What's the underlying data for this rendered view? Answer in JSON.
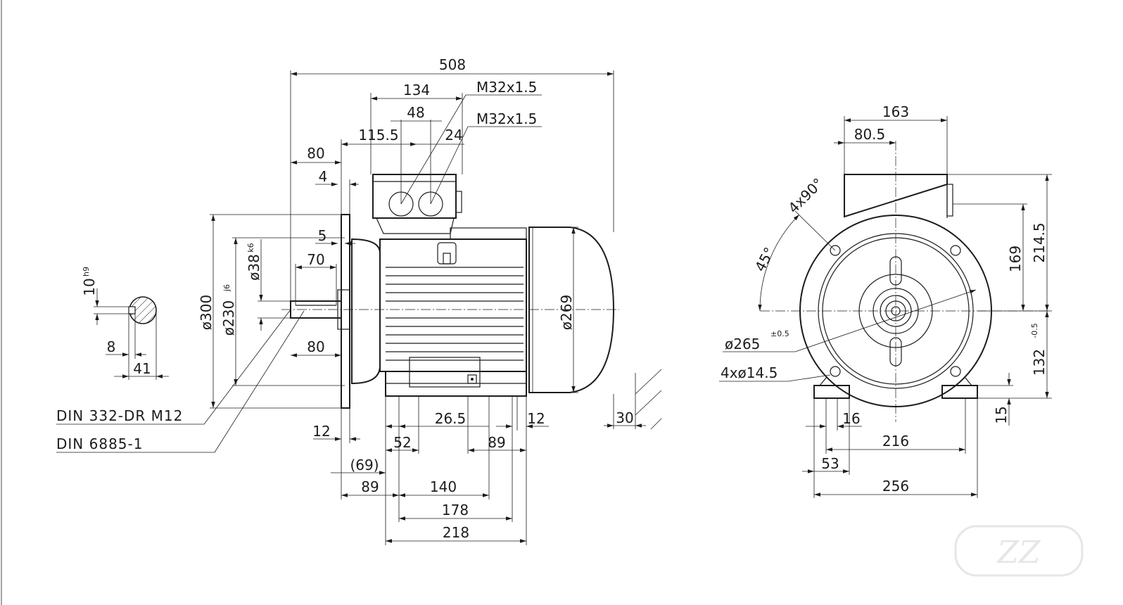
{
  "drawing": {
    "side_view": {
      "overall_length": "508",
      "terminal_box_span": "134",
      "gland_spacing": "48",
      "gland_thread_1": "M32x1.5",
      "gland_thread_2": "M32x1.5",
      "box_offset": "115.5",
      "gland_offset": "24",
      "shaft_length": "80",
      "shaft_length_lower": "80",
      "shoulder_4": "4",
      "spigot_5": "5",
      "key_length": "70",
      "flange_dia": "ø300",
      "spigot_dia": "ø230",
      "spigot_tol": "j6",
      "shaft_dia": "ø38",
      "shaft_tol": "k6",
      "motor_dia": "ø269",
      "flange_thickness": "12",
      "foot_gap": "12",
      "foot_width_26": "26.5",
      "dim_52": "52",
      "dim_89_right": "89",
      "dim_69": "(69)",
      "dim_89": "89",
      "dim_140": "140",
      "dim_178": "178",
      "dim_218": "218",
      "dim_30": "30"
    },
    "key_section": {
      "key_width": "10",
      "key_tol": "h9",
      "key_depth": "8",
      "shaft_height": "41"
    },
    "notes": {
      "center_hole": "DIN 332-DR M12",
      "key_standard": "DIN 6885-1"
    },
    "end_view": {
      "box_width": "163",
      "box_half": "80.5",
      "hole_angle": "4x90°",
      "angle_45": "45°",
      "pcd": "ø265",
      "pcd_tol": "±0.5",
      "holes": "4xø14.5",
      "height_169": "169",
      "height_214": "214.5",
      "shaft_height": "132",
      "shaft_height_tol": "-0.5",
      "foot_15": "15",
      "dim_16": "16",
      "dim_216": "216",
      "dim_53": "53",
      "dim_256": "256"
    },
    "watermark": "ZZ"
  }
}
